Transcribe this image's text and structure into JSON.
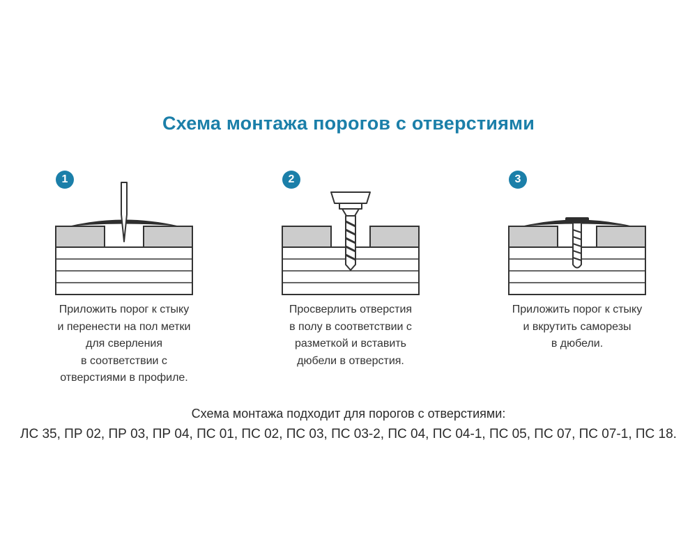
{
  "title": "Схема монтажа порогов с отверстиями",
  "steps": [
    {
      "number": "1",
      "icon": "awl-icon",
      "caption_lines": [
        "Приложить порог к стыку",
        "и перенести на пол метки",
        "для сверления",
        "в соответствии с",
        "отверстиями в профиле."
      ]
    },
    {
      "number": "2",
      "icon": "drill-icon",
      "caption_lines": [
        "Просверлить отверстия",
        "в полу в соответствии с",
        "разметкой и вставить",
        "дюбели в отверстия."
      ]
    },
    {
      "number": "3",
      "icon": "screw-icon",
      "caption_lines": [
        "Приложить порог к стыку",
        "и вкрутить саморезы",
        "в дюбели."
      ]
    }
  ],
  "footer": {
    "intro": "Схема монтажа подходит для порогов с отверстиями:",
    "models": "ЛС 35, ПР 02, ПР 03, ПР 04, ПС 01, ПС 02, ПС 03, ПС 03-2, ПС 04, ПС 04-1, ПС 05, ПС 07, ПС 07-1, ПС 18."
  },
  "colors": {
    "accent": "#1b7fa9",
    "outline": "#333333",
    "floor_fill": "#cccccc",
    "text": "#333333",
    "background": "#ffffff"
  }
}
